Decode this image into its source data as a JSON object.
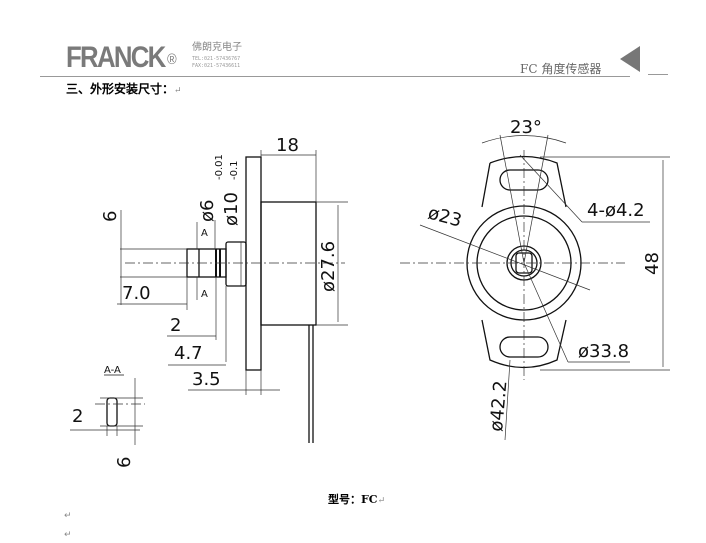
{
  "header": {
    "brand": "FRANCK",
    "registered": "®",
    "company_cn": "佛朗克电子",
    "tel": "TEL:021-57436767",
    "fax": "FAX:021-57436611",
    "product_title": "FC 角度传感器",
    "nav_icon": "triangle-left-icon"
  },
  "section_title": "三、外形安装尺寸：",
  "paragraph_mark": "↵",
  "drawing": {
    "side_view": {
      "dims": [
        "18",
        "ø6",
        "ø10",
        "-0.01",
        "-0.1",
        "6",
        "7.0",
        "2",
        "4.7",
        "3.5",
        "ø27.6",
        "A",
        "A"
      ]
    },
    "section_view": {
      "title": "A-A",
      "dims": [
        "2",
        "6"
      ]
    },
    "front_view": {
      "dims": [
        "23°",
        "4-ø4.2",
        "ø23",
        "48",
        "ø33.8",
        "ø42.2"
      ]
    }
  },
  "model_label": "型号：FC"
}
